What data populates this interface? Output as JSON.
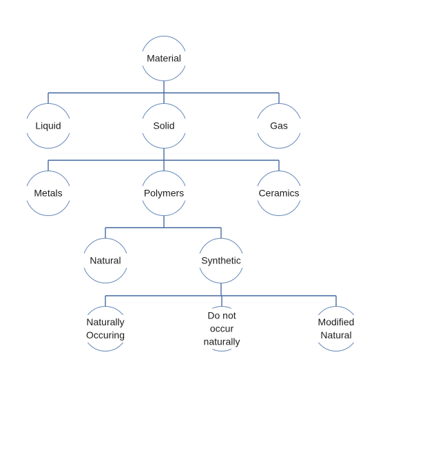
{
  "diagram": {
    "type": "hierarchy-tree",
    "colors": {
      "background": "#ffffff",
      "connector": "#44699f",
      "node_outline": "#6488b8",
      "text": "#1c1c1c"
    },
    "nodes": [
      {
        "id": "material",
        "label": "Material",
        "level": 1,
        "parent": null
      },
      {
        "id": "liquid",
        "label": "Liquid",
        "level": 2,
        "parent": "Material"
      },
      {
        "id": "solid",
        "label": "Solid",
        "level": 2,
        "parent": "Material"
      },
      {
        "id": "gas",
        "label": "Gas",
        "level": 2,
        "parent": "Material"
      },
      {
        "id": "metals",
        "label": "Metals",
        "level": 3,
        "parent": "Solid"
      },
      {
        "id": "polymers",
        "label": "Polymers",
        "level": 3,
        "parent": "Solid"
      },
      {
        "id": "ceramics",
        "label": "Ceramics",
        "level": 3,
        "parent": "Solid"
      },
      {
        "id": "natural",
        "label": "Natural",
        "level": 4,
        "parent": "Polymers"
      },
      {
        "id": "synthetic",
        "label": "Synthetic",
        "level": 4,
        "parent": "Polymers"
      },
      {
        "id": "naturally-occuring",
        "label": "Naturally\nOccuring",
        "level": 5,
        "parent": "Synthetic"
      },
      {
        "id": "do-not-occur",
        "label": "Do not occur\nnaturally",
        "level": 5,
        "parent": "Synthetic"
      },
      {
        "id": "modified-natural",
        "label": "Modified Natural",
        "level": 5,
        "parent": "Synthetic"
      }
    ],
    "hierarchy": {
      "Material": [
        "Liquid",
        "Solid",
        "Gas"
      ],
      "Solid": [
        "Metals",
        "Polymers",
        "Ceramics"
      ],
      "Polymers": [
        "Natural",
        "Synthetic"
      ],
      "Synthetic": [
        "Naturally Occuring",
        "Do not occur naturally",
        "Modified Natural"
      ]
    }
  }
}
